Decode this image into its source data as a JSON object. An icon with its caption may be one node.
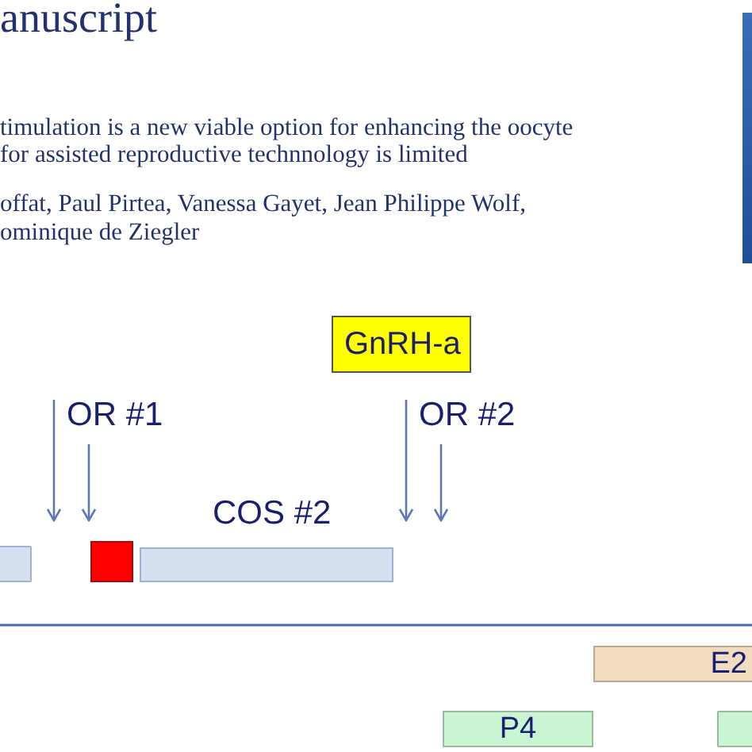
{
  "diagram": {
    "title": "anuscript",
    "nodes": [
      {
        "text": [],
        "shape": "box"
      },
      {
        "text": [
          "GnRH-a"
        ]
      },
      {
        "text": [],
        "shape": "bar"
      },
      {
        "text": [],
        "shape": "box"
      },
      {
        "text": [
          "COS #2"
        ]
      },
      {
        "text": [
          "E2"
        ]
      },
      {
        "text": [
          "P4"
        ]
      },
      {
        "text": [],
        "shape": "bar"
      }
    ],
    "edges": [],
    "labels": [
      "timulation is a new viable option for enhancing the oocyte",
      "for assisted reproductive technnology is limited",
      "offat, Paul Pirtea, Vanessa Gayet, Jean Philippe Wolf,",
      "ominique de Ziegler",
      "OR #1",
      "OR #2"
    ]
  }
}
